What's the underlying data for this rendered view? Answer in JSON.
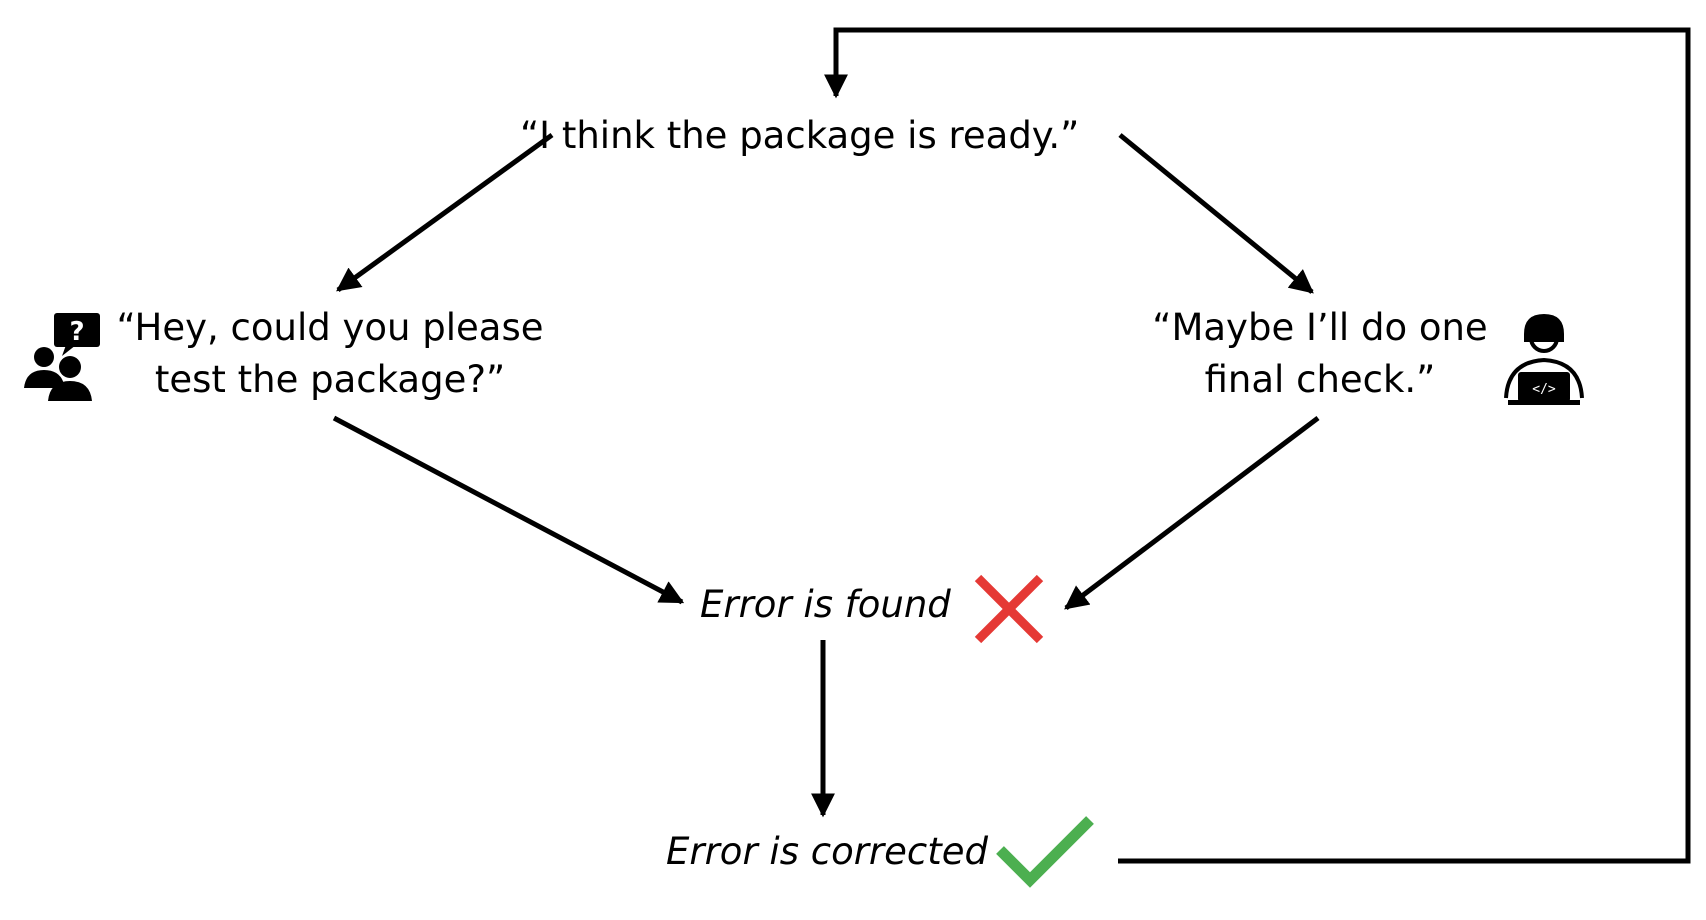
{
  "nodes": {
    "ready": "“I think the package is ready.”",
    "ask_line1": "“Hey, could you please",
    "ask_line2": "test the package?”",
    "check_line1": "“Maybe I’ll do one",
    "check_line2": "final check.”",
    "found": "Error is found",
    "corrected": "Error is corrected"
  },
  "icons": {
    "ask": "people-question-icon",
    "check": "developer-laptop-icon",
    "found": "red-cross-icon",
    "corrected": "green-check-icon"
  },
  "colors": {
    "cross": "#e53935",
    "check": "#4caf50",
    "line": "#000000"
  }
}
